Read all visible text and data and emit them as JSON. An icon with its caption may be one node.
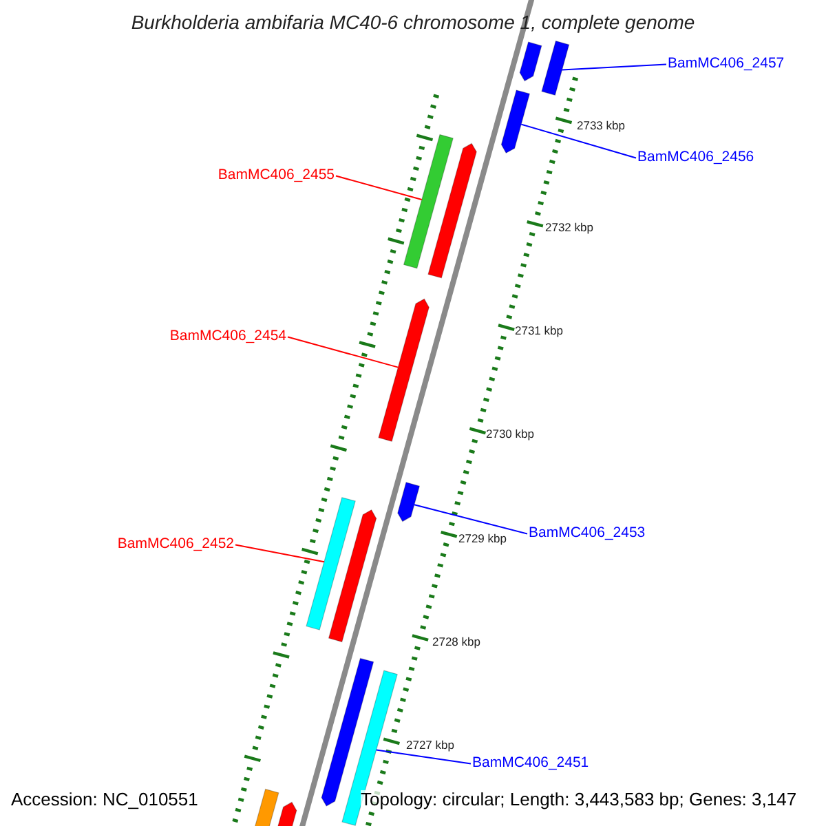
{
  "diagram": {
    "title": "Burkholderia ambifaria MC40-6 chromosome 1, complete genome",
    "nodes": [
      {
        "text": [
          "BamMC406_2457"
        ]
      },
      {
        "text": [
          "BamMC406_2456"
        ]
      },
      {
        "text": [
          "BamMC406_2455"
        ]
      },
      {
        "text": [
          "BamMC406_2454"
        ]
      },
      {
        "text": [
          "BamMC406_2453"
        ]
      },
      {
        "text": [
          "BamMC406_2452"
        ]
      },
      {
        "text": [
          "BamMC406_2451"
        ]
      },
      {
        "text": [],
        "shape": "bar"
      },
      {
        "text": [],
        "shape": "bar"
      },
      {
        "text": [],
        "shape": "bar"
      },
      {
        "text": [],
        "shape": "bar"
      },
      {
        "text": [],
        "shape": "bar"
      },
      {
        "text": [],
        "shape": "bar"
      },
      {
        "text": [],
        "shape": "bar"
      },
      {
        "text": [],
        "shape": "bar"
      },
      {
        "text": [],
        "shape": "bar"
      },
      {
        "text": [],
        "shape": "bar"
      },
      {
        "text": [],
        "shape": "bar"
      },
      {
        "text": [],
        "shape": "bar"
      },
      {
        "text": [],
        "shape": "bar"
      }
    ],
    "edges": [
      {
        "from": 0,
        "to": 8,
        "arrow": "none"
      },
      {
        "from": 1,
        "to": 9,
        "arrow": "none"
      },
      {
        "from": 2,
        "to": 10,
        "arrow": "none",
        "color": "#ff0000"
      },
      {
        "from": 3,
        "to": 12,
        "arrow": "none",
        "color": "#ff0000"
      },
      {
        "from": 4,
        "to": 13,
        "arrow": "none"
      },
      {
        "from": 5,
        "to": 14,
        "arrow": "none",
        "color": "#ff0000"
      },
      {
        "from": 6,
        "to": 17,
        "arrow": "none"
      }
    ],
    "labels": [
      "2733 kbp",
      "2732 kbp",
      "2731 kbp",
      "2730 kbp",
      "2729 kbp",
      "2728 kbp",
      "2727 kbp",
      "Accession: NC_010551",
      "Topology: circular; Length: 3,443,583 bp; Genes: 3,147"
    ]
  }
}
